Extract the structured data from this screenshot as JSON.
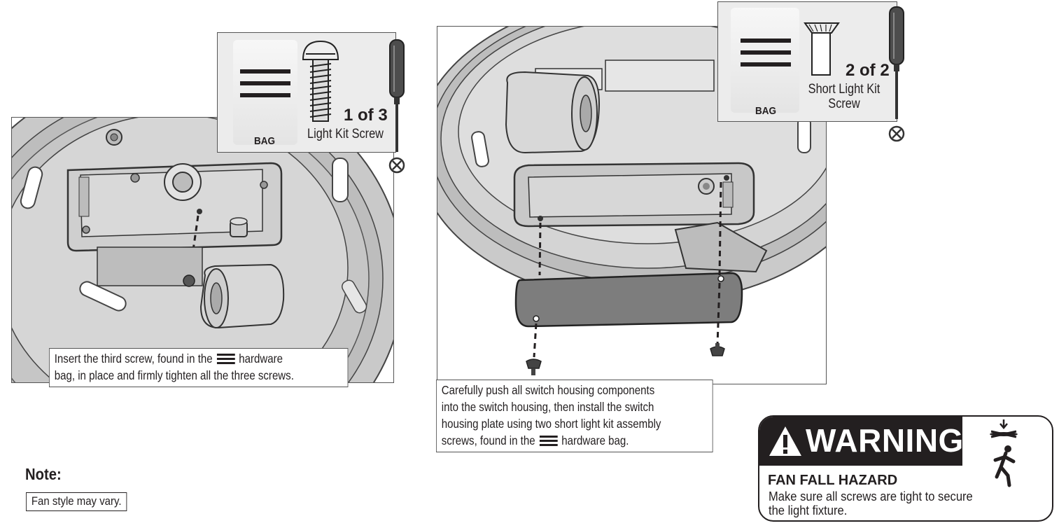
{
  "step_left": {
    "instruction_line1": "Insert the third screw, found in the",
    "instruction_line1_end": "hardware",
    "instruction_line2": "bag, in place and firmly tighten all the three screws.",
    "hardware": {
      "bag_label": "BAG",
      "count": "1 of 3",
      "screw_name": "Light Kit Screw"
    }
  },
  "step_right": {
    "instruction_line1": "Carefully push all switch housing components",
    "instruction_line2": "into the switch housing, then install the switch",
    "instruction_line3": "housing plate using two short light kit assembly",
    "instruction_line4_start": "screws, found in the",
    "instruction_line4_end": "hardware bag.",
    "hardware": {
      "bag_label": "BAG",
      "count": "2 of 2",
      "screw_name_line1": "Short Light Kit",
      "screw_name_line2": "Screw"
    }
  },
  "note": {
    "title": "Note:",
    "text": "Fan style may vary."
  },
  "warning": {
    "heading": "WARNING",
    "hazard": "FAN FALL HAZARD",
    "line1": "Make sure all screws are tight to secure",
    "line2": "the light fixture."
  },
  "icons": [
    "hardware-bag-icon",
    "screw-icon",
    "screwdriver-icon",
    "phillips-tip-icon",
    "warning-triangle-icon",
    "falling-fan-person-icon"
  ]
}
